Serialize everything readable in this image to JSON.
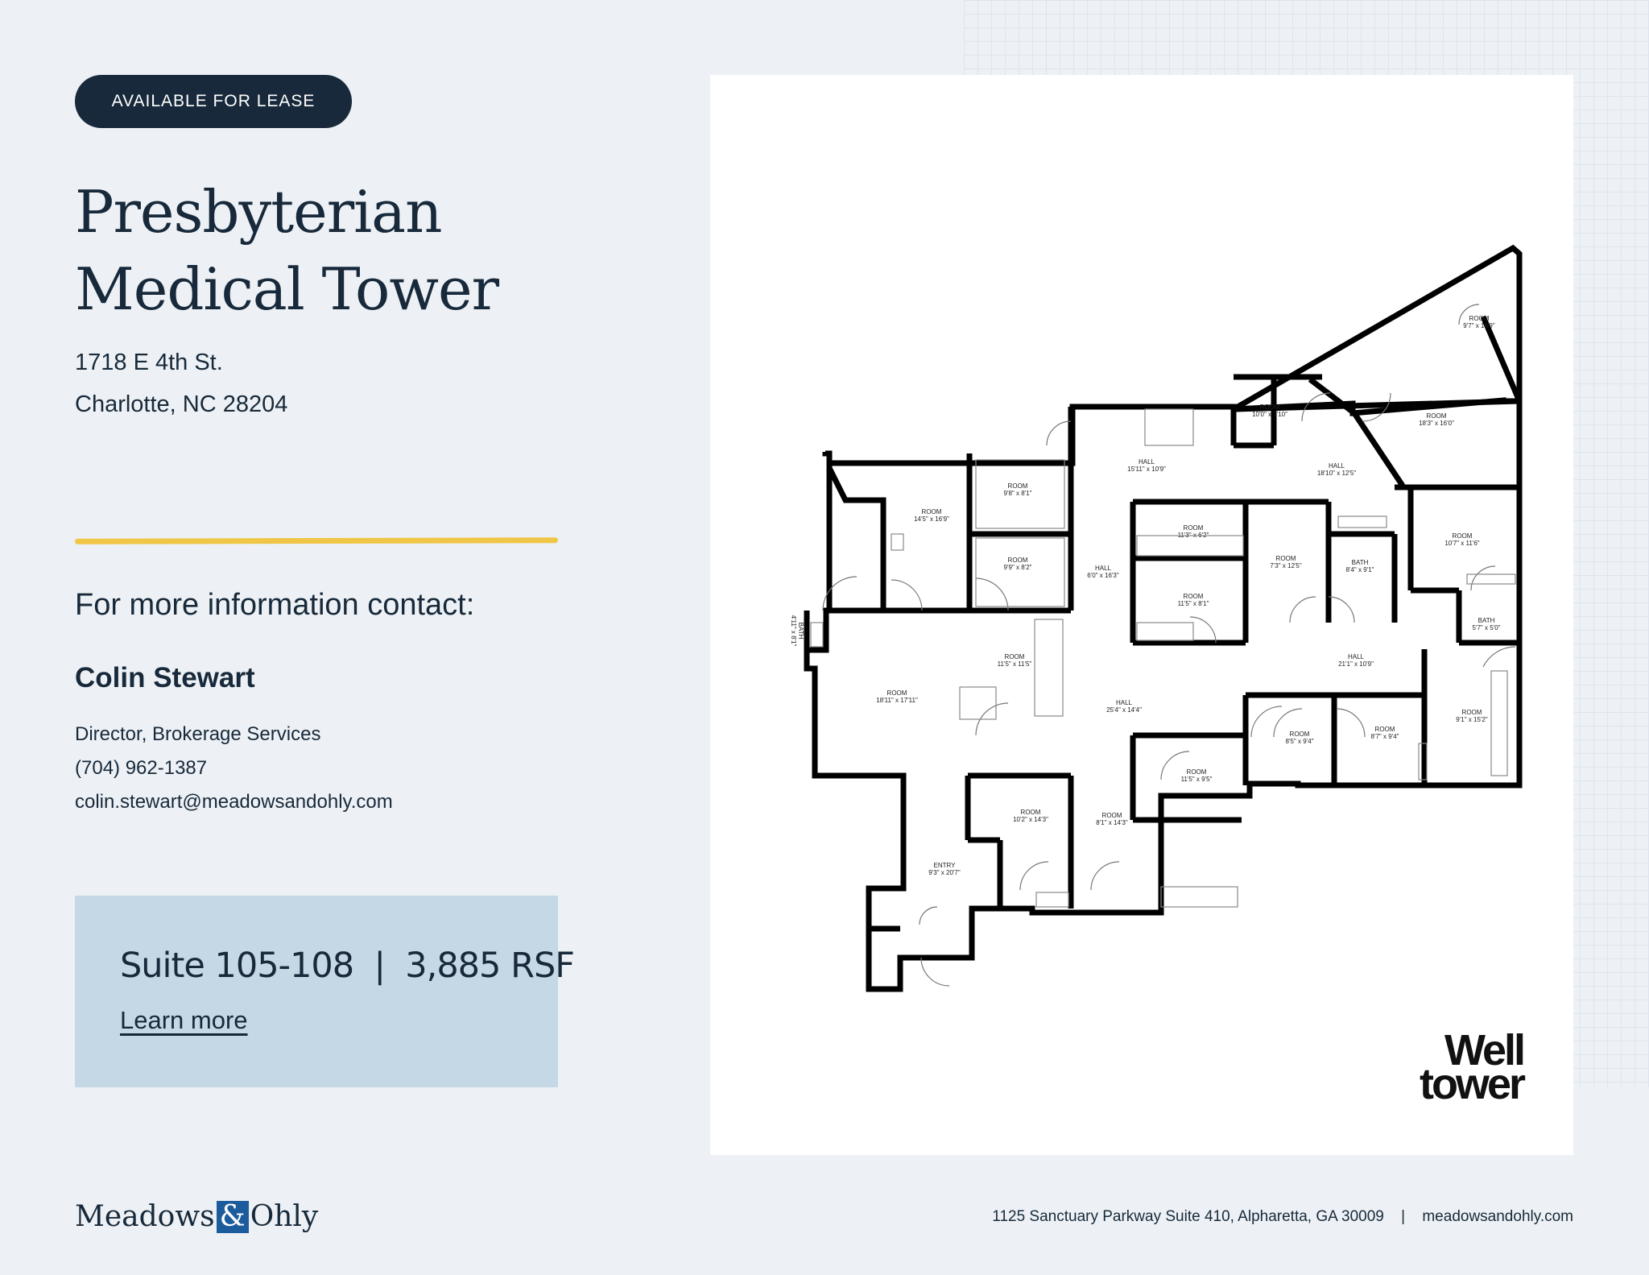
{
  "badge": "AVAILABLE FOR LEASE",
  "title_line1": "Presbyterian",
  "title_line2": "Medical Tower",
  "address_line1": "1718 E 4th St.",
  "address_line2": "Charlotte, NC 28204",
  "contact_heading": "For more information contact:",
  "contact": {
    "name": "Colin Stewart",
    "role": "Director, Brokerage Services",
    "phone": "(704) 962-1387",
    "email": "colin.stewart@meadowsandohly.com"
  },
  "suite": {
    "title": "Suite 105-108  |  3,885 RSF",
    "link": "Learn more"
  },
  "floorplan_logo": {
    "line1": "Well",
    "line2": "tower"
  },
  "footer": {
    "logo_left": "Meadows",
    "logo_amp": "&",
    "logo_right": "Ohly",
    "address": "1125 Sanctuary Parkway Suite 410, Alpharetta, GA 30009",
    "separator": "|",
    "website": "meadowsandohly.com"
  },
  "rooms": [
    {
      "name": "ROOM",
      "dim": "9'7\" x 16'9\""
    },
    {
      "name": "ROOM",
      "dim": "10'0\" x 7'10\""
    },
    {
      "name": "ROOM",
      "dim": "18'3\" x 16'0\""
    },
    {
      "name": "HALL",
      "dim": "15'11\" x 10'9\""
    },
    {
      "name": "HALL",
      "dim": "18'10\" x 12'5\""
    },
    {
      "name": "ROOM",
      "dim": "9'8\" x 8'1\""
    },
    {
      "name": "ROOM",
      "dim": "14'5\" x 16'9\""
    },
    {
      "name": "ROOM",
      "dim": "11'3\" x 6'2\""
    },
    {
      "name": "ROOM",
      "dim": "10'7\" x 11'6\""
    },
    {
      "name": "ROOM",
      "dim": "9'9\" x 8'2\""
    },
    {
      "name": "HALL",
      "dim": "6'0\" x 16'3\""
    },
    {
      "name": "ROOM",
      "dim": "7'3\" x 12'5\""
    },
    {
      "name": "BATH",
      "dim": "8'4\" x 9'1\""
    },
    {
      "name": "ROOM",
      "dim": "11'5\" x 8'1\""
    },
    {
      "name": "BATH",
      "dim": "5'7\" x 5'0\""
    },
    {
      "name": "BATH",
      "dim": "4'11\" x 8'1\""
    },
    {
      "name": "ROOM",
      "dim": "11'5\" x 11'5\""
    },
    {
      "name": "HALL",
      "dim": "21'1\" x 10'9\""
    },
    {
      "name": "ROOM",
      "dim": "18'11\" x 17'11\""
    },
    {
      "name": "HALL",
      "dim": "25'4\" x 14'4\""
    },
    {
      "name": "ROOM",
      "dim": "9'1\" x 15'2\""
    },
    {
      "name": "ROOM",
      "dim": "8'5\" x 9'4\""
    },
    {
      "name": "ROOM",
      "dim": "8'7\" x 9'4\""
    },
    {
      "name": "ROOM",
      "dim": "11'5\" x 9'5\""
    },
    {
      "name": "ROOM",
      "dim": "10'2\" x 14'3\""
    },
    {
      "name": "ROOM",
      "dim": "8'1\" x 14'3\""
    },
    {
      "name": "ENTRY",
      "dim": "9'3\" x 20'7\""
    }
  ]
}
